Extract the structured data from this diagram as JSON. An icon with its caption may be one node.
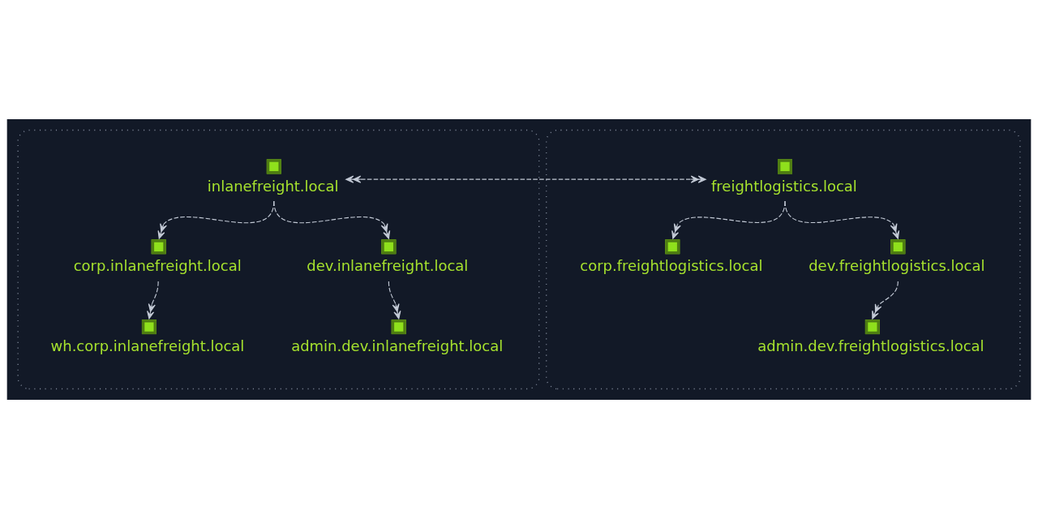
{
  "diagram": {
    "nodes": [
      {
        "text": [],
        "shape": "box"
      },
      {
        "text": [
          "inlanefreight.local"
        ],
        "in": 0
      },
      {
        "text": [
          "corp.inlanefreight.local"
        ],
        "in": 0
      },
      {
        "text": [
          "wh.corp.inlanefreight.local"
        ],
        "in": 0
      },
      {
        "text": [
          "dev.inlanefreight.local"
        ],
        "in": 0
      },
      {
        "text": [
          "admin.dev.inlanefreight.local"
        ],
        "in": 0
      },
      {
        "text": [],
        "shape": "box"
      },
      {
        "text": [
          "freightlogistics.local"
        ],
        "in": 6
      },
      {
        "text": [
          "corp.freightlogistics.local"
        ],
        "in": 6
      },
      {
        "text": [
          "dev.freightlogistics.local"
        ],
        "in": 6
      },
      {
        "text": [
          "admin.dev.freightlogistics.local"
        ],
        "in": 6
      }
    ],
    "edges": [
      {
        "from": 1,
        "to": 7,
        "arrow": "both",
        "style": "dashed"
      },
      {
        "from": 1,
        "to": 2,
        "arrow": "to",
        "style": "dashed"
      },
      {
        "from": 1,
        "to": 4,
        "arrow": "to",
        "style": "dashed"
      },
      {
        "from": 2,
        "to": 3,
        "arrow": "to",
        "style": "dashed"
      },
      {
        "from": 4,
        "to": 5,
        "arrow": "to",
        "style": "dashed"
      },
      {
        "from": 7,
        "to": 8,
        "arrow": "to",
        "style": "dashed"
      },
      {
        "from": 7,
        "to": 9,
        "arrow": "to",
        "style": "dashed"
      },
      {
        "from": 9,
        "to": 10,
        "arrow": "to",
        "style": "dashed"
      }
    ]
  }
}
